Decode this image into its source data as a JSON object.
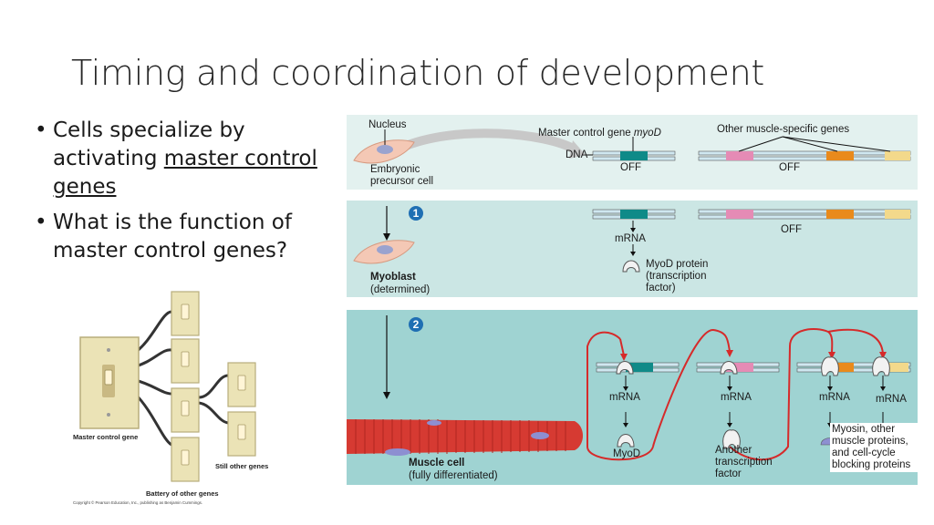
{
  "slide": {
    "title": "Timing and coordination of development",
    "bullets": [
      {
        "pre": "Cells specialize by activating ",
        "link": "master control genes",
        "post": ""
      },
      {
        "pre": "What is the function of master control genes?",
        "link": "",
        "post": ""
      }
    ]
  },
  "switch_figure": {
    "master_label": "Master control gene",
    "still_label": "Still other genes",
    "battery_label": "Battery of other genes",
    "copyright": "Copyright © Pearson Education, Inc., publishing as Benjamin Cummings."
  },
  "diagram": {
    "panel1": {
      "nucleus": "Nucleus",
      "cell": "Embryonic precursor cell",
      "master_gene_prefix": "Master control gene ",
      "master_gene_name": "myoD",
      "other_genes": "Other muscle-specific genes",
      "dna": "DNA",
      "off_1": "OFF",
      "off_2": "OFF"
    },
    "panel2": {
      "step": "1",
      "mrna": "mRNA",
      "protein": "MyoD protein (transcription factor)",
      "off": "OFF",
      "cell_name": "Myoblast",
      "cell_state": "(determined)"
    },
    "panel3": {
      "step": "2",
      "mrna_1": "mRNA",
      "mrna_2": "mRNA",
      "mrna_3": "mRNA",
      "mrna_4": "mRNA",
      "myod": "MyoD",
      "another": "Another transcription factor",
      "myosin": "Myosin, other muscle proteins, and cell-cycle blocking proteins",
      "cell_name": "Muscle cell",
      "cell_state": "(fully differentiated)"
    }
  },
  "colors": {
    "panel1_bg": "#e3f1ef",
    "panel2_bg": "#cbe6e4",
    "panel3_bg": "#9fd3d2",
    "teal_gene": "#0f8a88",
    "pink_gene": "#e58bb5",
    "orange_gene": "#e98a1c",
    "yellow_gene": "#f3d98b",
    "arrow_red": "#d62a2a"
  }
}
